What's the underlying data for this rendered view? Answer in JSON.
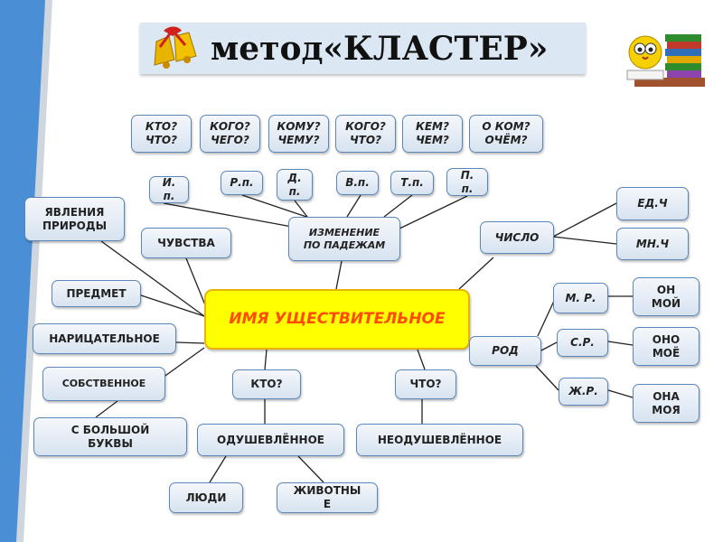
{
  "title": "метод«КЛАСТЕР»",
  "icons": {
    "left": "bells-icon",
    "right": "owl-books-icon"
  },
  "colors": {
    "center_fill": "#ffff00",
    "center_text": "#ff4b00",
    "node_border": "#5b86b8",
    "stripe": "#4a8fd6"
  },
  "nodes": {
    "center": "ИМЯ УЩЕСТВИТЕЛЬНОЕ",
    "q_kto_chto": "КТО?\nЧТО?",
    "q_kogo_chego": "КОГО?\nЧЕГО?",
    "q_komu_chemu": "КОМУ?\nЧЕМУ?",
    "q_kogo_chto": "КОГО?\nЧТО?",
    "q_kem_chem": "КЕМ?\nЧЕМ?",
    "q_o_kom": "О КОМ?\nОЧЁМ?",
    "case_i": "И.\nп.",
    "case_r": "Р.п.",
    "case_d": "Д.\nп.",
    "case_v": "В.п.",
    "case_t": "Т.п.",
    "case_p": "П.\nп.",
    "izmenenie": "ИЗМЕНЕНИЕ\nПО ПАДЕЖАМ",
    "yavleniya": "ЯВЛЕНИЯ\nПРИРОДЫ",
    "chuvstva": "ЧУВСТВА",
    "predmet": "ПРЕДМЕТ",
    "naritsatelnoe": "НАРИЦАТЕЛЬНОЕ",
    "sobstvennoe": "СОБСТВЕННОЕ",
    "s_bolshoy": "С БОЛЬШОЙ\nБУКВЫ",
    "kto": "КТО?",
    "chto": "ЧТО?",
    "odushevlennoe": "ОДУШЕВЛЁННОЕ",
    "neodushevlennoe": "НЕОДУШЕВЛЁННОЕ",
    "lyudi": "ЛЮДИ",
    "zhivotnye": "ЖИВОТНЫ\nЕ",
    "chislo": "ЧИСЛО",
    "ed_ch": "ЕД.Ч",
    "mn_ch": "МН.Ч",
    "rod": "РОД",
    "m_r": "М. Р.",
    "s_r": "С.Р.",
    "zh_r": "Ж.Р.",
    "on_moy": "ОН\nМОЙ",
    "ono_moyo": "ОНО\nМОЁ",
    "ona_moya": "ОНА\nМОЯ"
  }
}
